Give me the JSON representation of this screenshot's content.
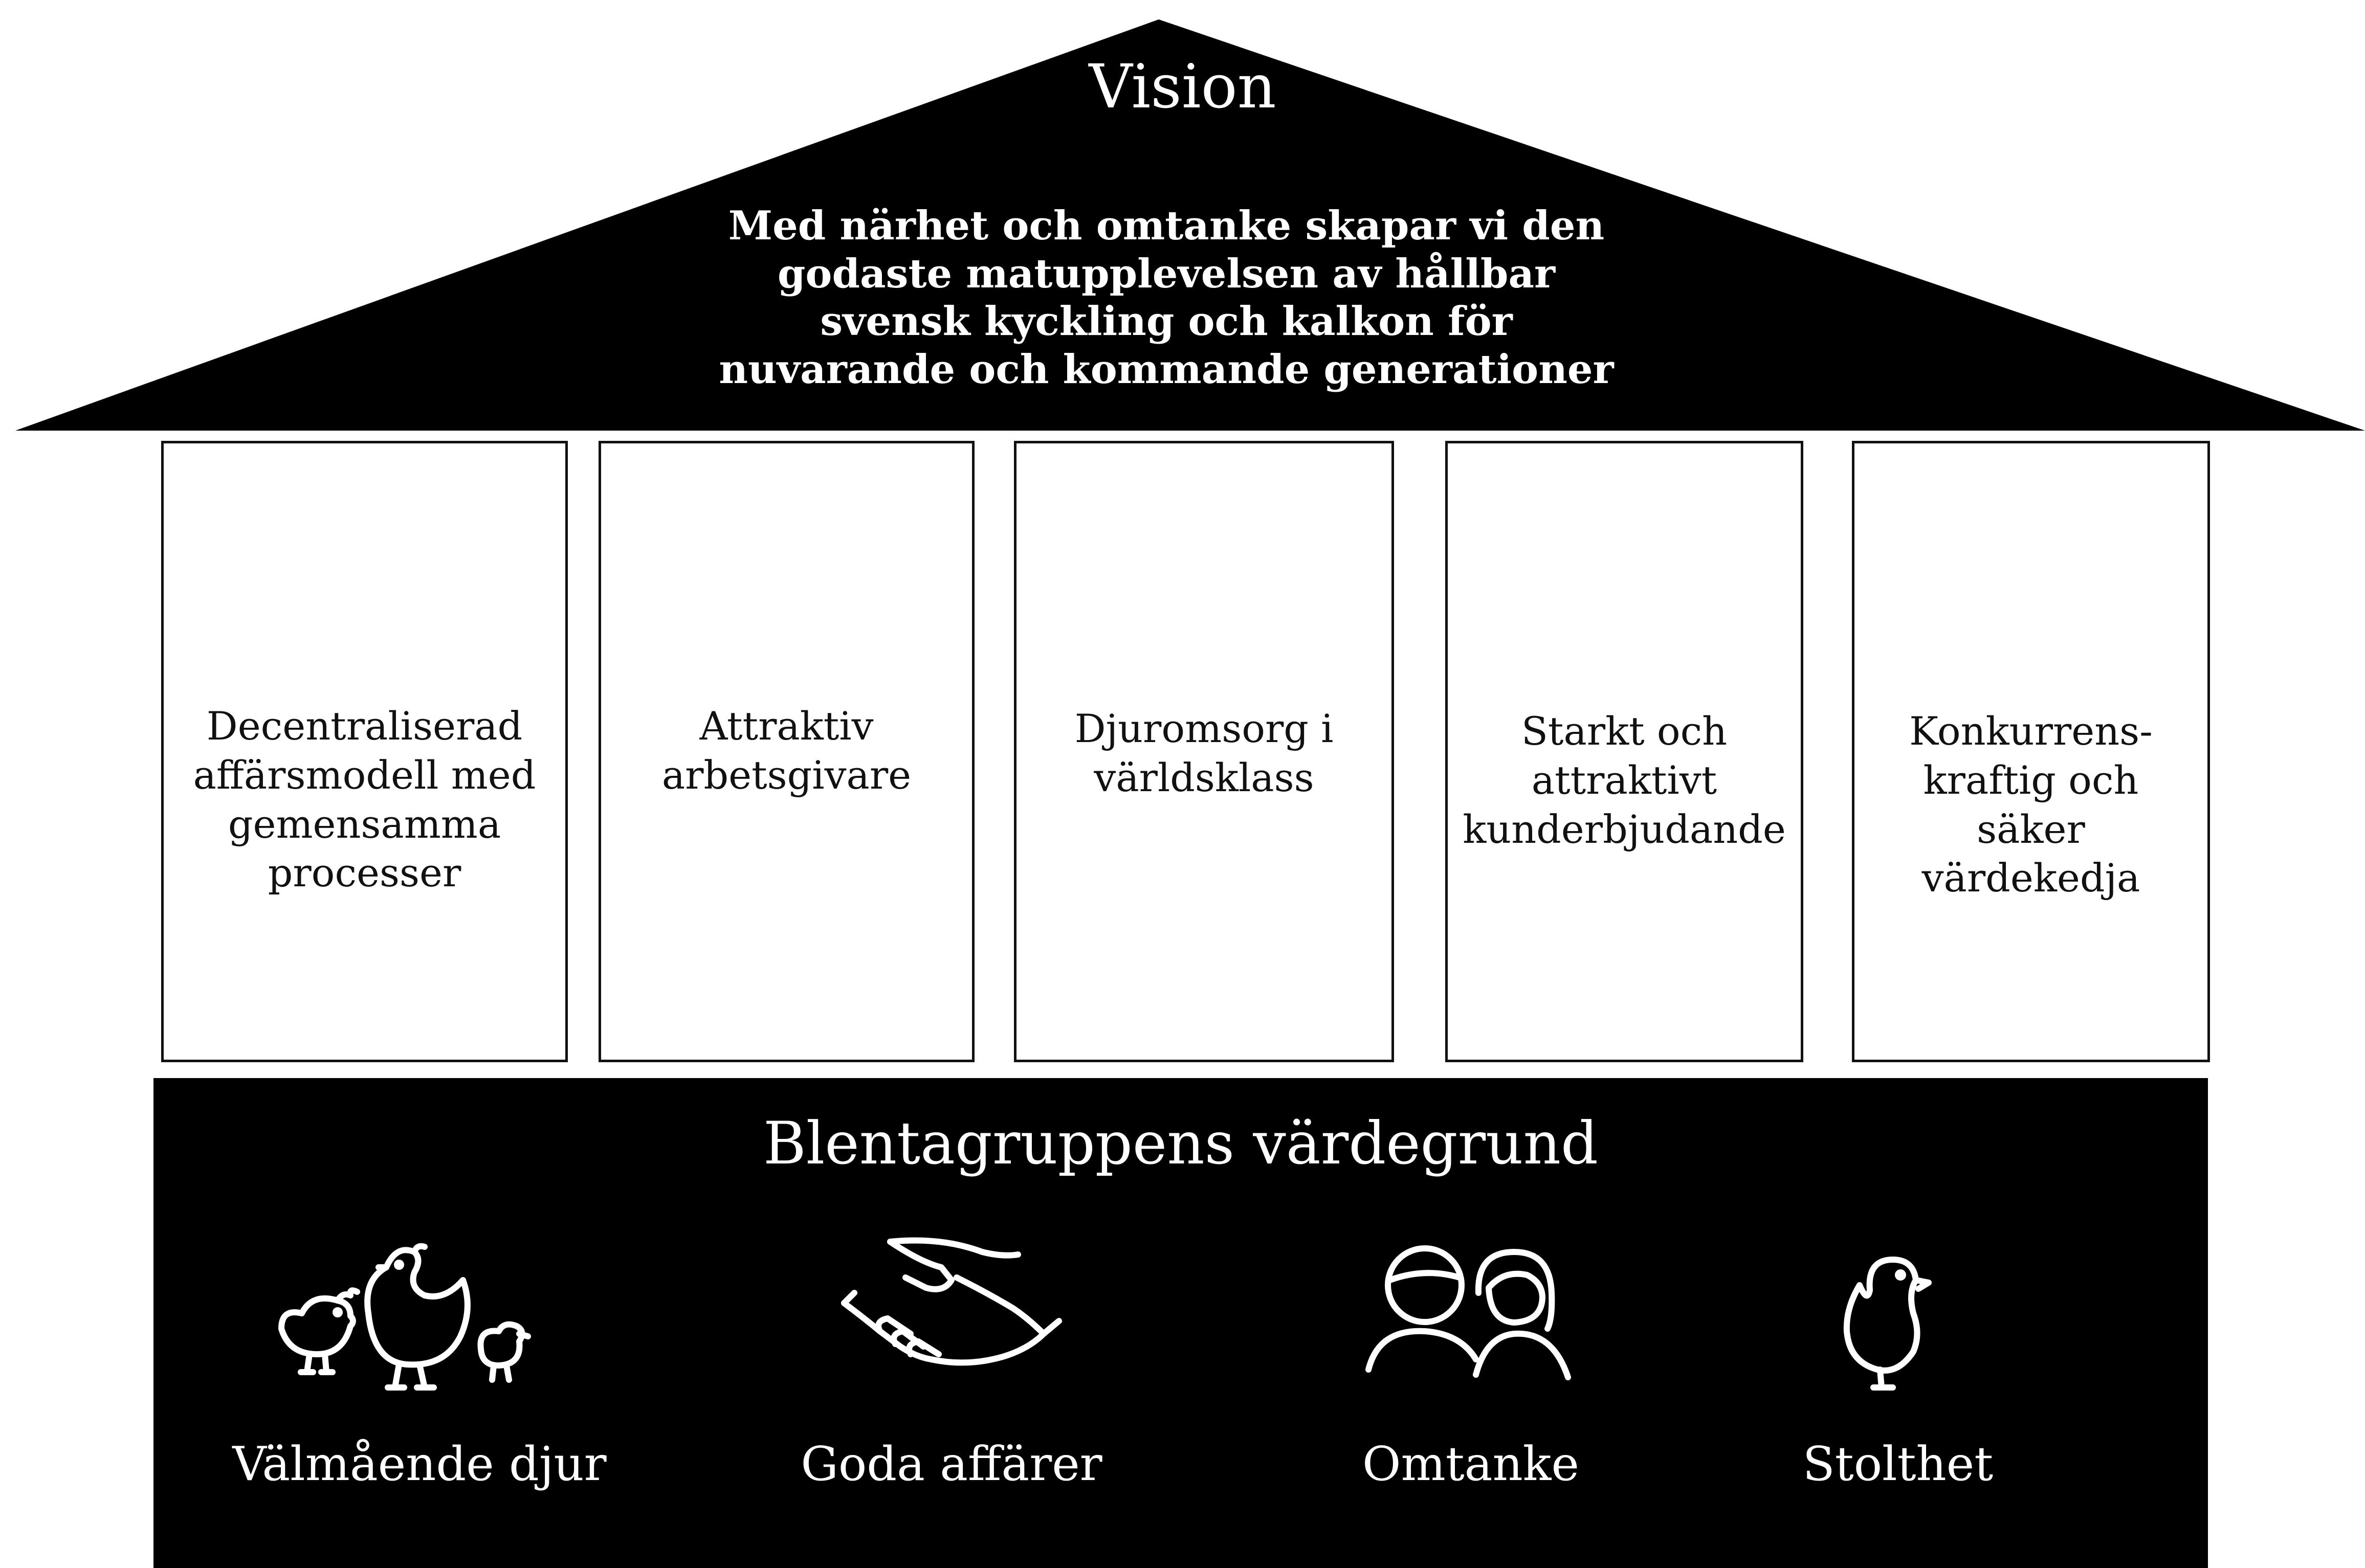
{
  "vision": {
    "title": "Vision",
    "statement": "Med närhet och omtanke skapar vi den godaste matupplevelsen av hållbar svensk kyckling och kalkon för nuvarande och kommande generationer"
  },
  "pillars": [
    {
      "label": "Decentraliserad\naffärsmodell med\ngemensamma\nprocesser"
    },
    {
      "label": "Attraktiv\narbetsgivare"
    },
    {
      "label": "Djuromsorg i\nvärldsklass"
    },
    {
      "label": "Starkt och\nattraktivt\nkunderbjudande"
    },
    {
      "label": "Konkurrens-\nkraftig och säker\nvärdekedja"
    }
  ],
  "foundation": {
    "title": "Blentagruppens värdegrund",
    "values": [
      {
        "label": "Välmående djur",
        "icon": "chickens-icon"
      },
      {
        "label": "Goda affärer",
        "icon": "handshake-icon"
      },
      {
        "label": "Omtanke",
        "icon": "people-icon"
      },
      {
        "label": "Stolthet",
        "icon": "turkey-icon"
      }
    ]
  },
  "colors": {
    "roof": "#000000",
    "foundation": "#000000",
    "pillar_border": "#111111",
    "text_on_dark": "#ffffff"
  }
}
